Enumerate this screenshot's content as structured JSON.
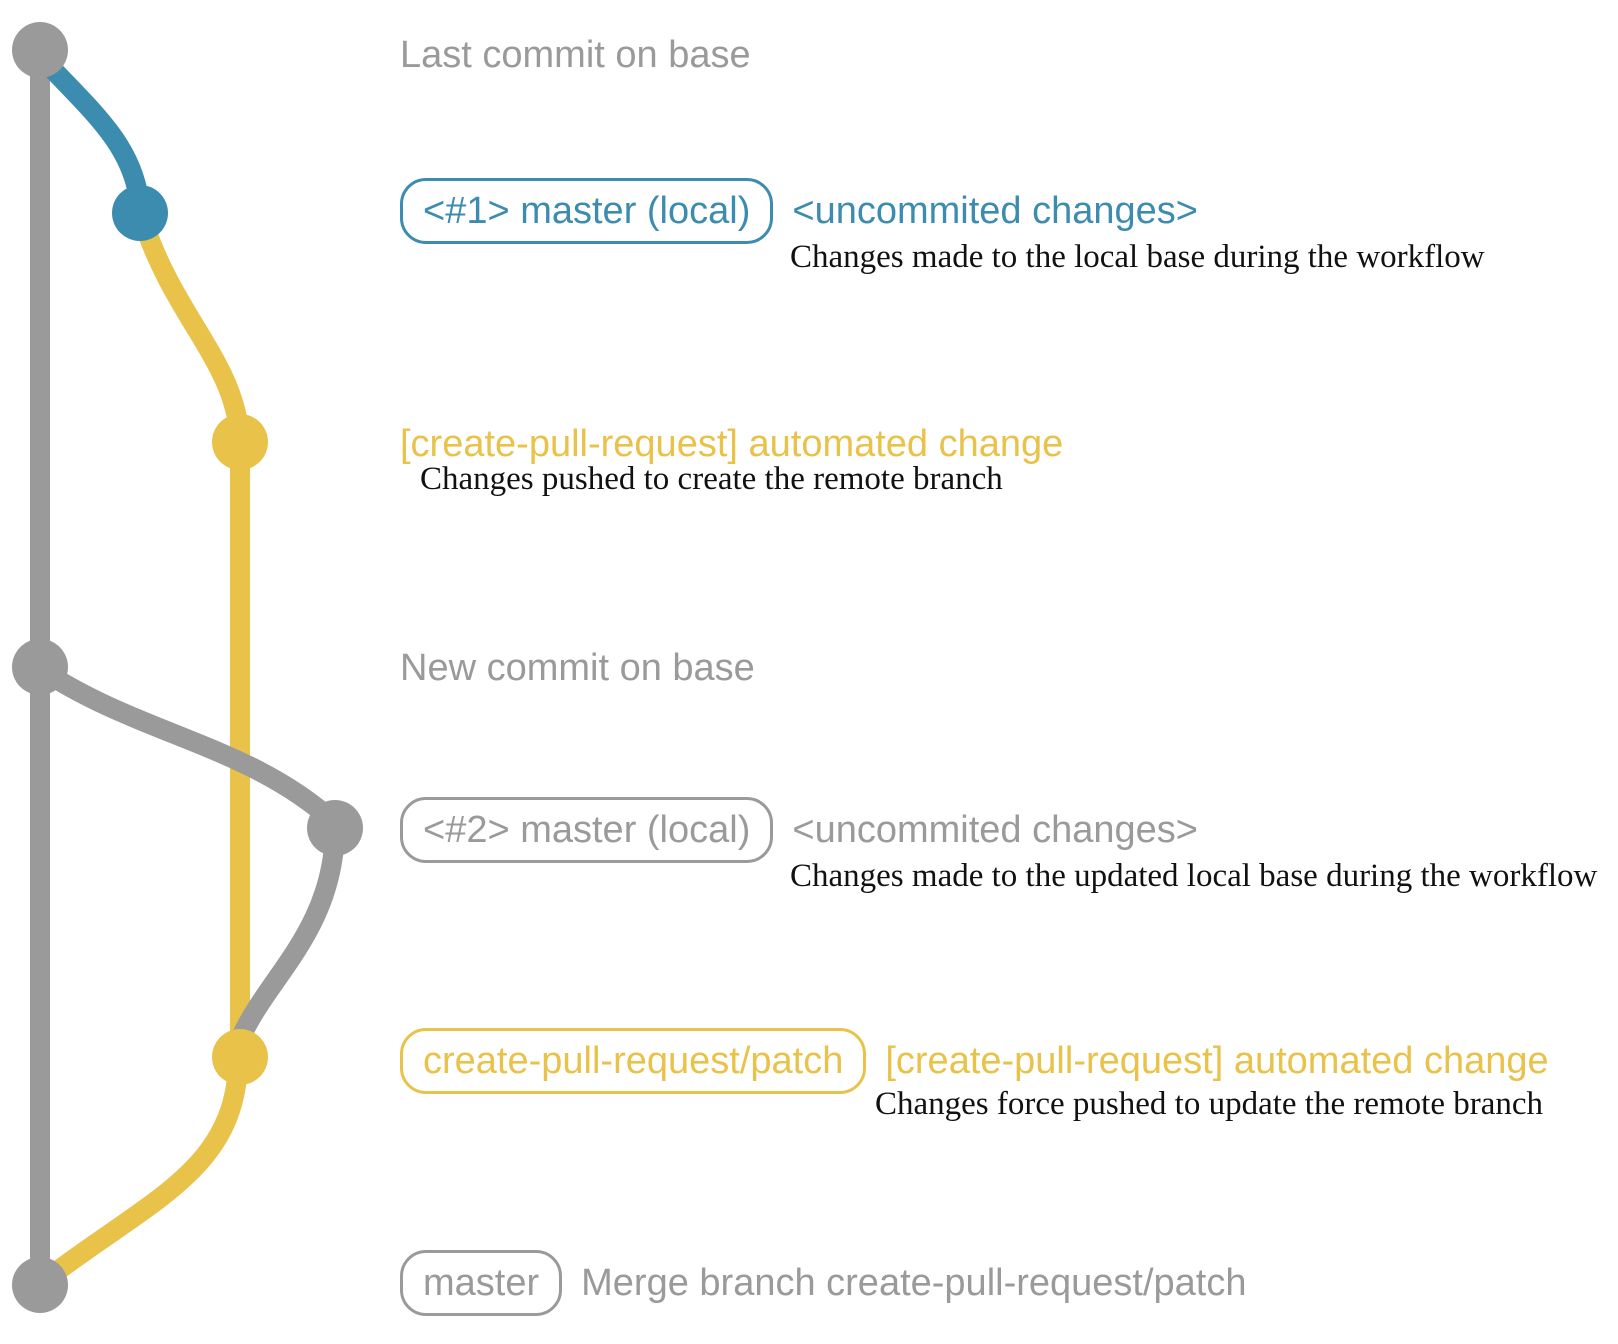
{
  "colors": {
    "base_gray": "#9A9A9A",
    "local_blue": "#3C8CB0",
    "patch_yellow": "#E9C24A",
    "desc_black": "#111111"
  },
  "graph": {
    "commits": [
      {
        "dot_color": "gray",
        "branch": "base",
        "annotation": "Last commit on base"
      },
      {
        "dot_color": "blue",
        "branch": "master (local)",
        "annotation": "<#1> master (local) <uncommited changes>"
      },
      {
        "dot_color": "yellow",
        "branch": "create-pull-request/patch",
        "annotation": "[create-pull-request] automated change"
      },
      {
        "dot_color": "gray",
        "branch": "base",
        "annotation": "New commit on base"
      },
      {
        "dot_color": "gray",
        "branch": "master (local)",
        "annotation": "<#2> master (local) <uncommited changes>"
      },
      {
        "dot_color": "yellow",
        "branch": "create-pull-request/patch",
        "annotation": "create-pull-request/patch [create-pull-request] automated change"
      },
      {
        "dot_color": "gray",
        "branch": "base",
        "annotation": "master Merge branch create-pull-request/patch"
      }
    ]
  },
  "annotations": {
    "row1": {
      "label": "Last commit on base"
    },
    "row2": {
      "badge": "<#1> master (local)",
      "label": "<uncommited changes>",
      "desc": "Changes made to the local base during the workflow"
    },
    "row3": {
      "label": "[create-pull-request] automated change",
      "desc": "Changes pushed to create the remote branch"
    },
    "row4": {
      "label": "New commit on base"
    },
    "row5": {
      "badge": "<#2> master (local)",
      "label": "<uncommited changes>",
      "desc": "Changes made to the updated local base during the workflow"
    },
    "row6": {
      "badge": "create-pull-request/patch",
      "label": "[create-pull-request] automated change",
      "desc": "Changes force pushed to update the remote branch"
    },
    "row7": {
      "badge": "master",
      "label": "Merge branch create-pull-request/patch"
    }
  }
}
